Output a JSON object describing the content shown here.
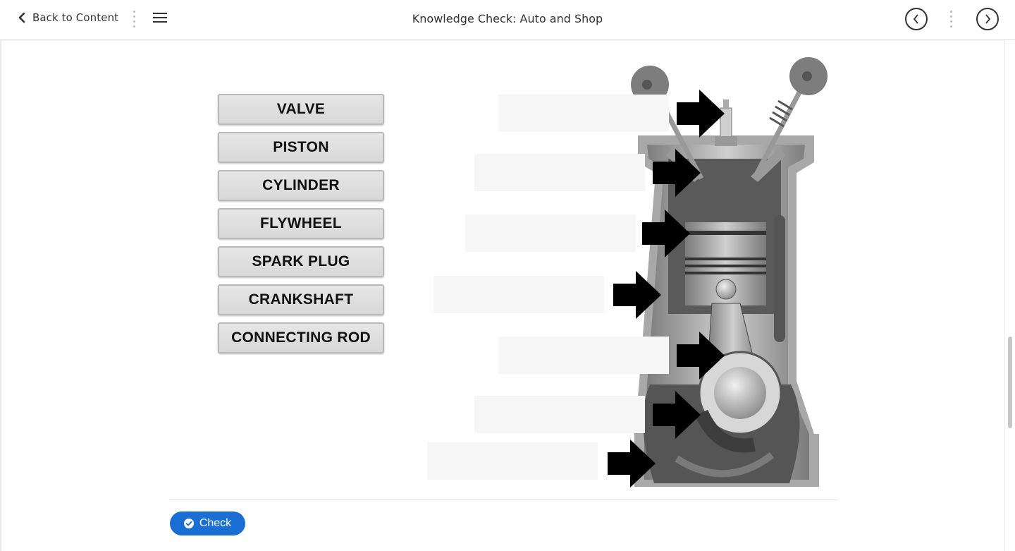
{
  "header": {
    "back_label": "Back to Content",
    "title": "Knowledge Check: Auto and Shop",
    "icons": [
      "chevron-left-icon",
      "vertical-dots-icon",
      "menu-icon",
      "previous-circle-icon",
      "next-circle-icon"
    ]
  },
  "word_bank": [
    {
      "label": "VALVE"
    },
    {
      "label": "PISTON"
    },
    {
      "label": "CYLINDER"
    },
    {
      "label": "FLYWHEEL"
    },
    {
      "label": "SPARK PLUG"
    },
    {
      "label": "CRANKSHAFT"
    },
    {
      "label": "CONNECTING ROD"
    }
  ],
  "footer": {
    "check_label": "Check",
    "check_color": "#1a6fd4"
  }
}
